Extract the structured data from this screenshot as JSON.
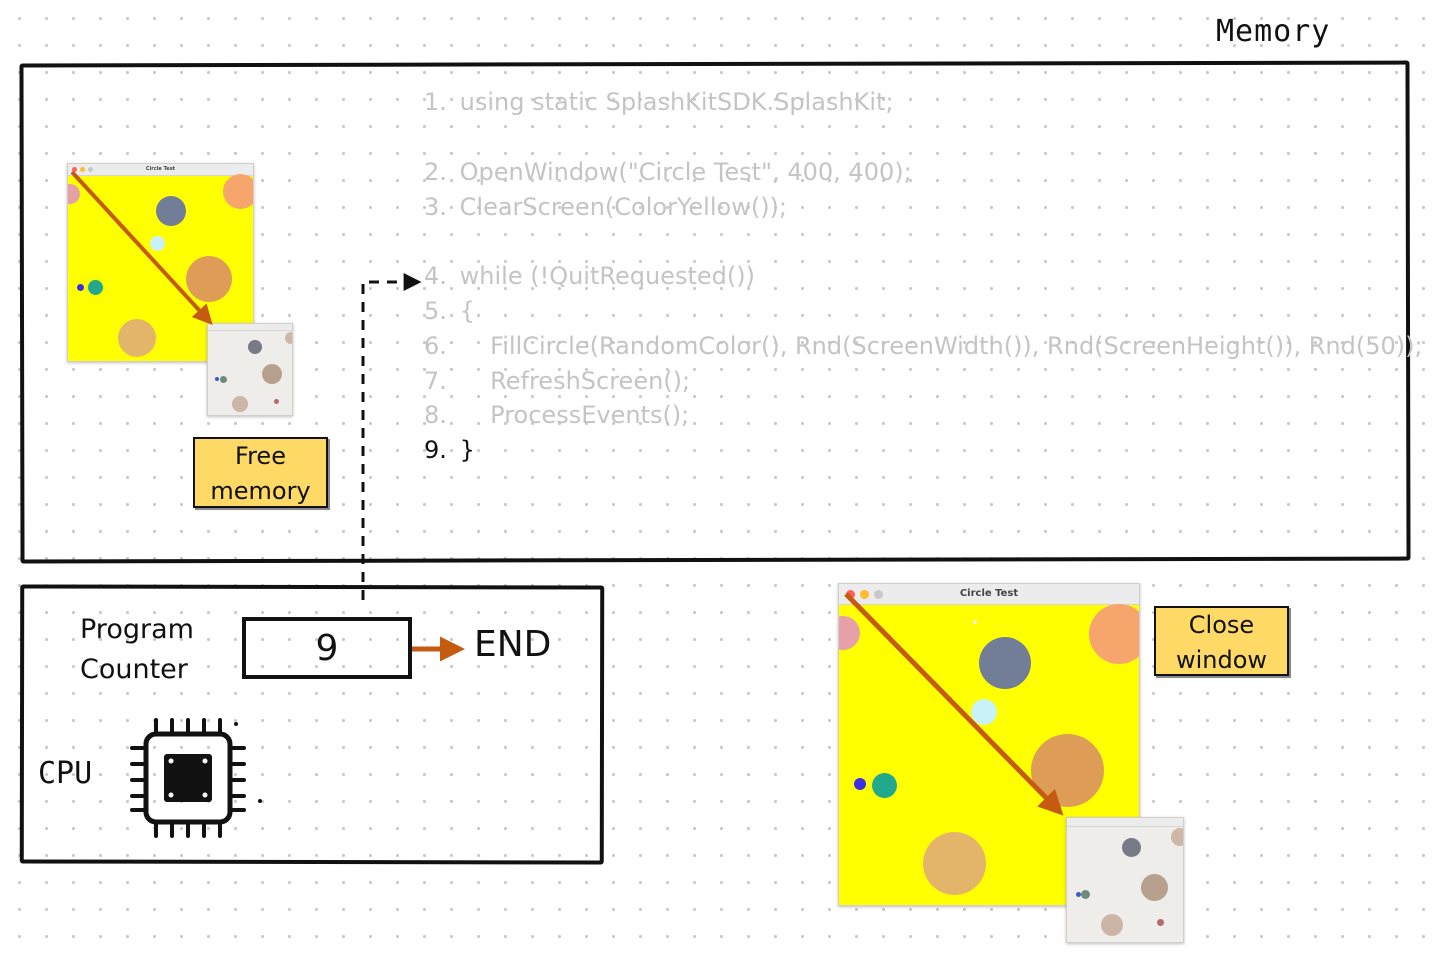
{
  "memory": {
    "title": "Memory"
  },
  "code_lines": [
    {
      "num": "1.",
      "text": "using static SplashKitSDK.SplashKit;",
      "active": false
    },
    {
      "num": "2.",
      "text": "OpenWindow(\"Circle Test\", 400, 400);",
      "active": false
    },
    {
      "num": "3.",
      "text": "ClearScreen(ColorYellow());",
      "active": false
    },
    {
      "num": "4.",
      "text": "while (!QuitRequested())",
      "active": false
    },
    {
      "num": "5.",
      "text": "{",
      "active": false
    },
    {
      "num": "6.",
      "text": "    FillCircle(RandomColor(), Rnd(ScreenWidth()), Rnd(ScreenHeight()), Rnd(50));",
      "active": false
    },
    {
      "num": "7.",
      "text": "    RefreshScreen();",
      "active": false
    },
    {
      "num": "8.",
      "text": "    ProcessEvents();",
      "active": false
    },
    {
      "num": "9.",
      "text": "}",
      "active": true
    }
  ],
  "notes": {
    "free_memory": [
      "Free",
      "memory"
    ],
    "close_window": [
      "Close",
      "window"
    ]
  },
  "window": {
    "title": "Circle Test"
  },
  "cpu": {
    "pc_label": [
      "Program",
      "Counter"
    ],
    "pc_value": "9",
    "end_label": "END",
    "cpu_label": "CPU"
  },
  "colors": {
    "arrow": "#c55a11",
    "note": "#ffd966",
    "window_bg": "#ffff00",
    "cleared_bg": "#eeede9",
    "code_inactive": "#c4c4c4",
    "code_active": "#111111"
  }
}
